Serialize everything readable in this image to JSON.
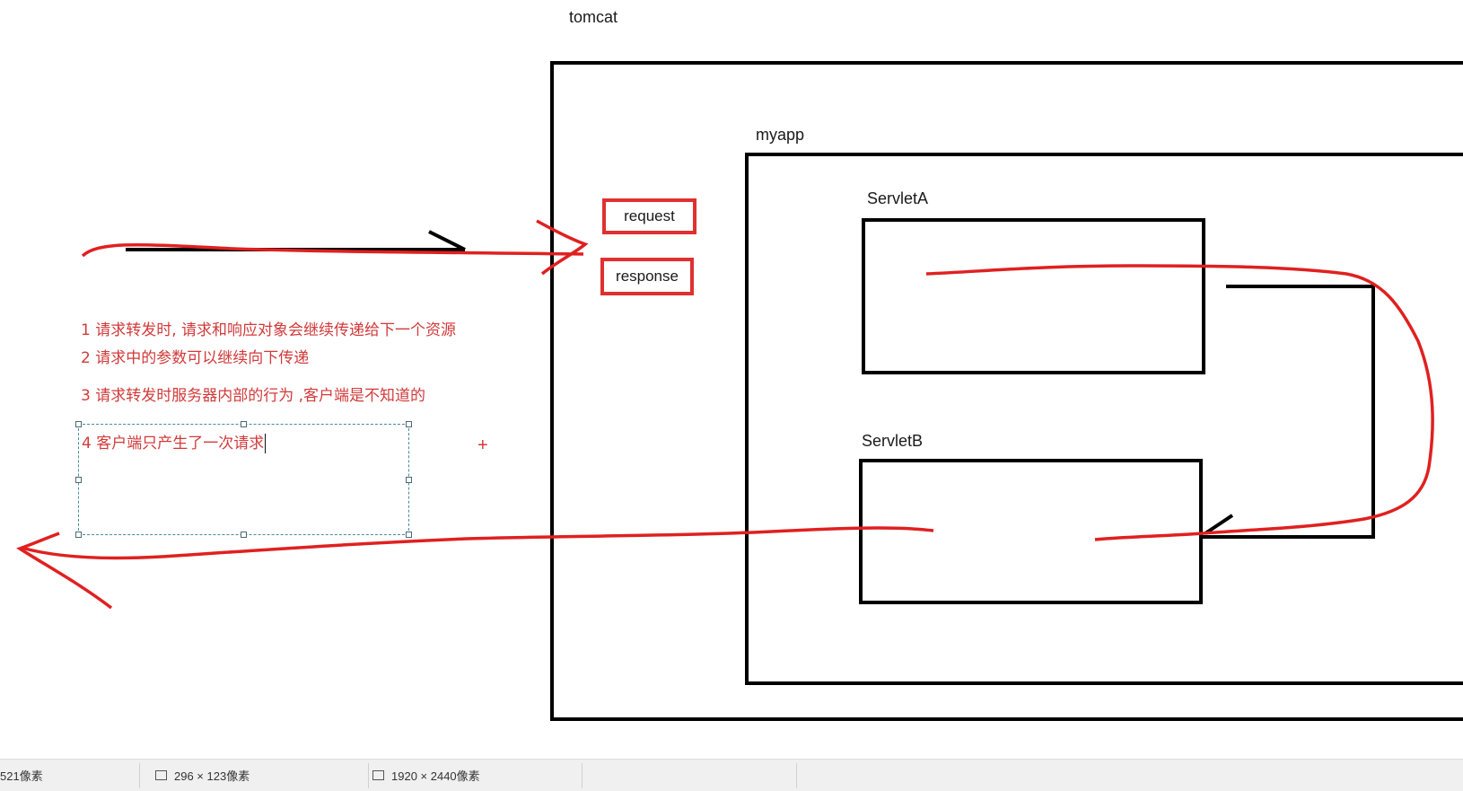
{
  "diagram": {
    "container_label": "tomcat",
    "app_label": "myapp",
    "servlet_a_label": "ServletA",
    "servlet_b_label": "ServletB",
    "request_label": "request",
    "response_label": "response"
  },
  "notes": [
    "1  请求转发时, 请求和响应对象会继续传递给下一个资源",
    "2  请求中的参数可以继续向下传递",
    "3 请求转发时服务器内部的行为 ,客户端是不知道的",
    "4 客户端只产生了一次请求"
  ],
  "colors": {
    "accent": "#e03030",
    "line": "#000000",
    "text": "#d23a3a"
  },
  "statusbar": {
    "pixel": "521像素",
    "selection": "296 × 123像素",
    "image_size": "1920 × 2440像素"
  }
}
